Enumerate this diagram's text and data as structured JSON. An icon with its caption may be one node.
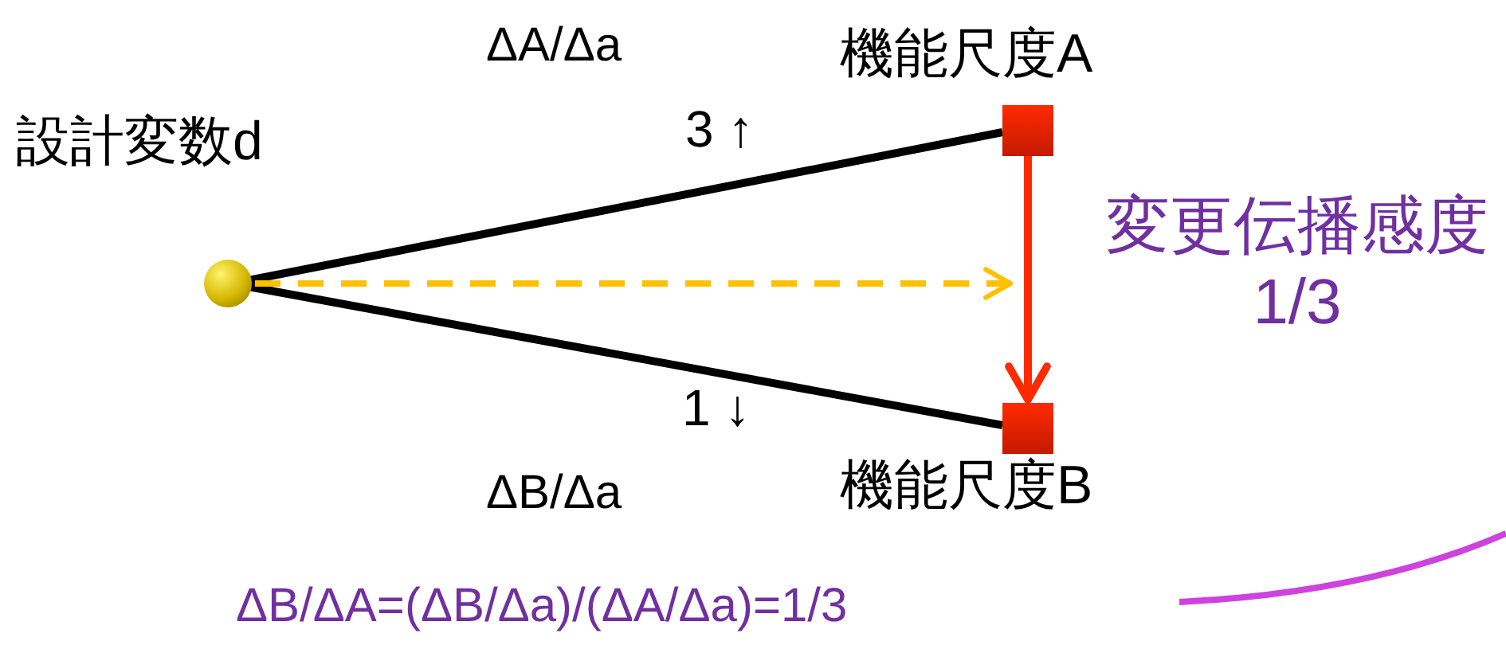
{
  "diagram": {
    "nodes": [
      {
        "text": [
          "設計変数d"
        ]
      },
      {
        "text": [
          "機能尺度A"
        ]
      },
      {
        "text": [
          "機能尺度B"
        ]
      }
    ],
    "edges": [
      {
        "from": 0,
        "to": 1,
        "arrow": "none"
      },
      {
        "from": 0,
        "to": 2,
        "arrow": "none"
      },
      {
        "from": 1,
        "to": 2,
        "arrow": "to",
        "label": "変更伝播感度 1/3",
        "color": "#ff2a00"
      },
      {
        "from": 0,
        "to": null,
        "arrow": "to",
        "style": "dashed",
        "color": "#ffc000"
      }
    ],
    "labels": [
      "ΔA/Δa",
      "3 ↑",
      "1 ↓",
      "ΔB/Δa",
      "ΔB/ΔA=(ΔB/Δa)/(ΔA/Δa)=1/3"
    ]
  }
}
